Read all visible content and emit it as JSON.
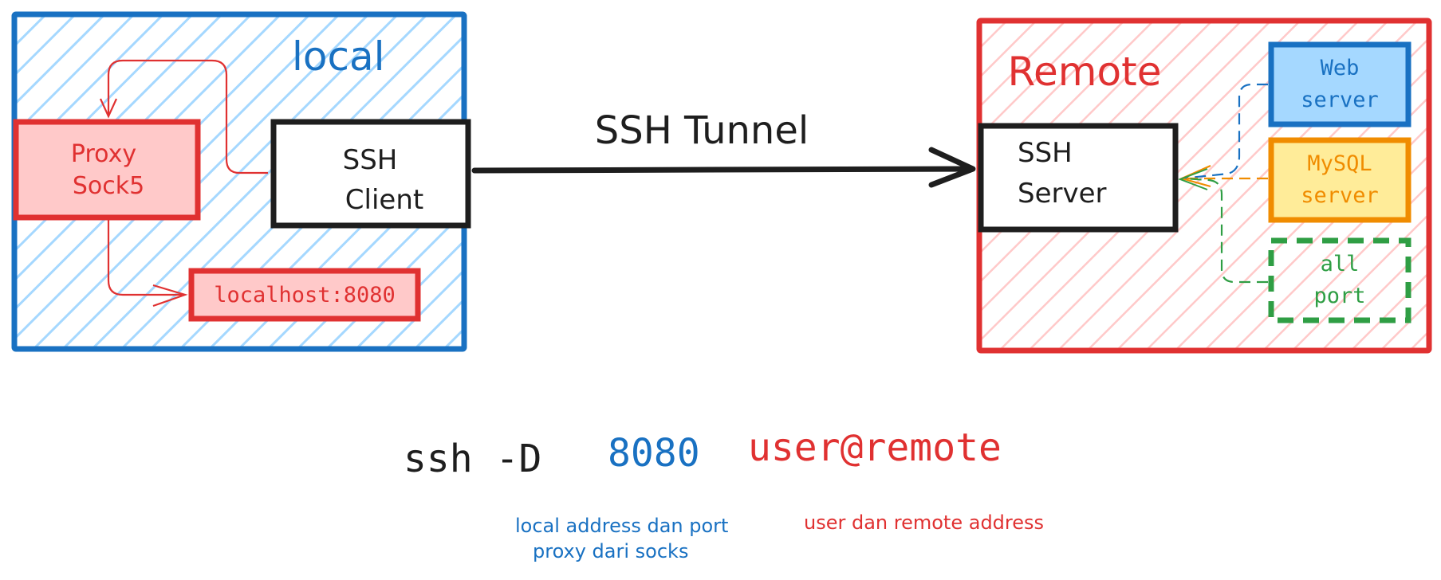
{
  "colors": {
    "blue": "#1971c2",
    "blue_fill": "#a5d8ff",
    "red": "#e03131",
    "red_fill": "#ffc9c9",
    "orange": "#f08c00",
    "yellow_fill": "#ffec99",
    "green": "#2f9e44",
    "black": "#1e1e1e"
  },
  "local": {
    "title": "local",
    "proxy": {
      "line1": "Proxy",
      "line2": "Sock5"
    },
    "ssh_client": {
      "line1": "SSH",
      "line2": "Client"
    },
    "localhost": "localhost:8080"
  },
  "tunnel": {
    "label": "SSH Tunnel"
  },
  "remote": {
    "title": "Remote",
    "ssh_server": {
      "line1": "SSH",
      "line2": "Server"
    },
    "web_server": {
      "line1": "Web",
      "line2": "server"
    },
    "mysql_server": {
      "line1": "MySQL",
      "line2": "server"
    },
    "all_port": {
      "line1": "all",
      "line2": "port"
    }
  },
  "command": {
    "cmd": "ssh -D",
    "port": "8080",
    "target": "user@remote"
  },
  "notes": {
    "port_note_line1": "local address dan port",
    "port_note_line2": "proxy dari socks",
    "target_note": "user dan remote address"
  }
}
